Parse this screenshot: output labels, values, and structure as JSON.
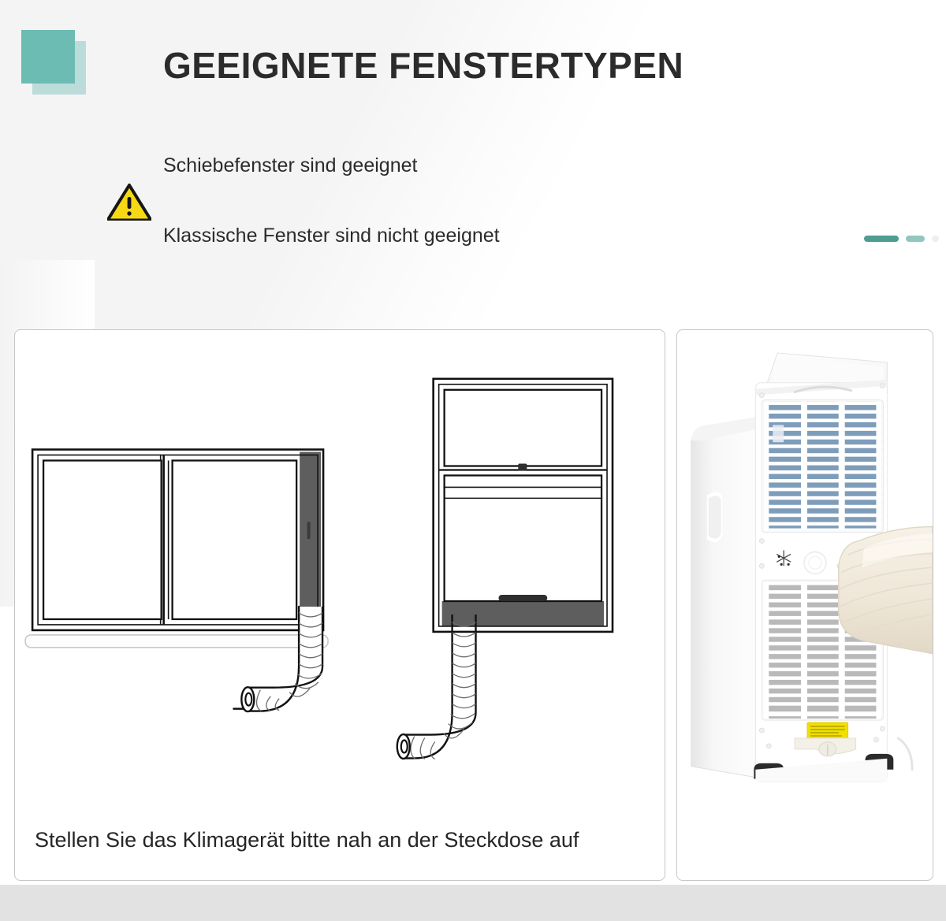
{
  "header": {
    "title": "GEEIGNETE FENSTERTYPEN",
    "logo_color_front": "#6cbcb3",
    "logo_color_back": "#bcdcd9",
    "logo_icon": "stacked-squares-logo"
  },
  "notes": {
    "warning_icon": "warning-triangle-icon",
    "line_1": "Schiebefenster sind geeignet",
    "line_2": "Klassische Fenster sind nicht geeignet"
  },
  "pills": {
    "pill_1_color": "#4e9c92",
    "pill_2_color": "#92c7bf",
    "pill_3_color": "#eeeeee"
  },
  "panels": {
    "windows": {
      "caption": "Stellen Sie das Klimagerät bitte nah an der Steckdose auf",
      "diagrams": [
        {
          "name": "horizontal-sliding-window",
          "type": "sliding",
          "seal_panel_position": "right",
          "seal_panel_color": "#5e5e5e",
          "hose": "exhaust-hose"
        },
        {
          "name": "vertical-sash-window",
          "type": "double-hung",
          "seal_panel_position": "bottom",
          "seal_panel_color": "#5e5e5e",
          "hose": "exhaust-hose"
        }
      ]
    },
    "unit": {
      "name": "portable-air-conditioner",
      "upper_grille_color": "#7e9dbb",
      "lower_grille_color": "#b9b9b9",
      "label_color": "#f2e000",
      "hose_color": "#f2ece1",
      "body_color": "#ffffff"
    }
  },
  "colors": {
    "page_background": "#ffffff",
    "outer_background": "#e2e2e2",
    "panel_border": "#c6c6c6",
    "text": "#2b2b2b",
    "warning_yellow": "#f7d913"
  }
}
